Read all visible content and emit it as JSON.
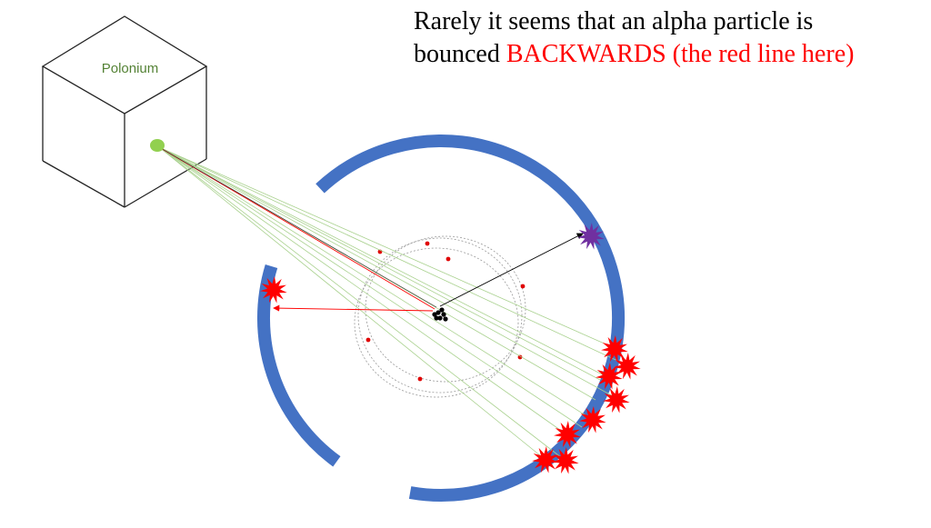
{
  "caption": {
    "line1": "Rarely it seems that an alpha particle is",
    "line2_prefix": "bounced ",
    "line2_highlight": "BACKWARDS (the red line here)"
  },
  "source_box": {
    "label": "Polonium"
  },
  "colors": {
    "screen": "#4472c4",
    "box_label": "#548235",
    "source_dot": "#92d050",
    "green_ray": "#a9d18e",
    "red": "#ff0000",
    "purple_flash": "#7030a0",
    "electron": "#e00000",
    "orbit": "#999999",
    "nucleus": "#000000"
  },
  "icons": {
    "impact": "starburst-icon",
    "deflection": "starburst-icon"
  }
}
